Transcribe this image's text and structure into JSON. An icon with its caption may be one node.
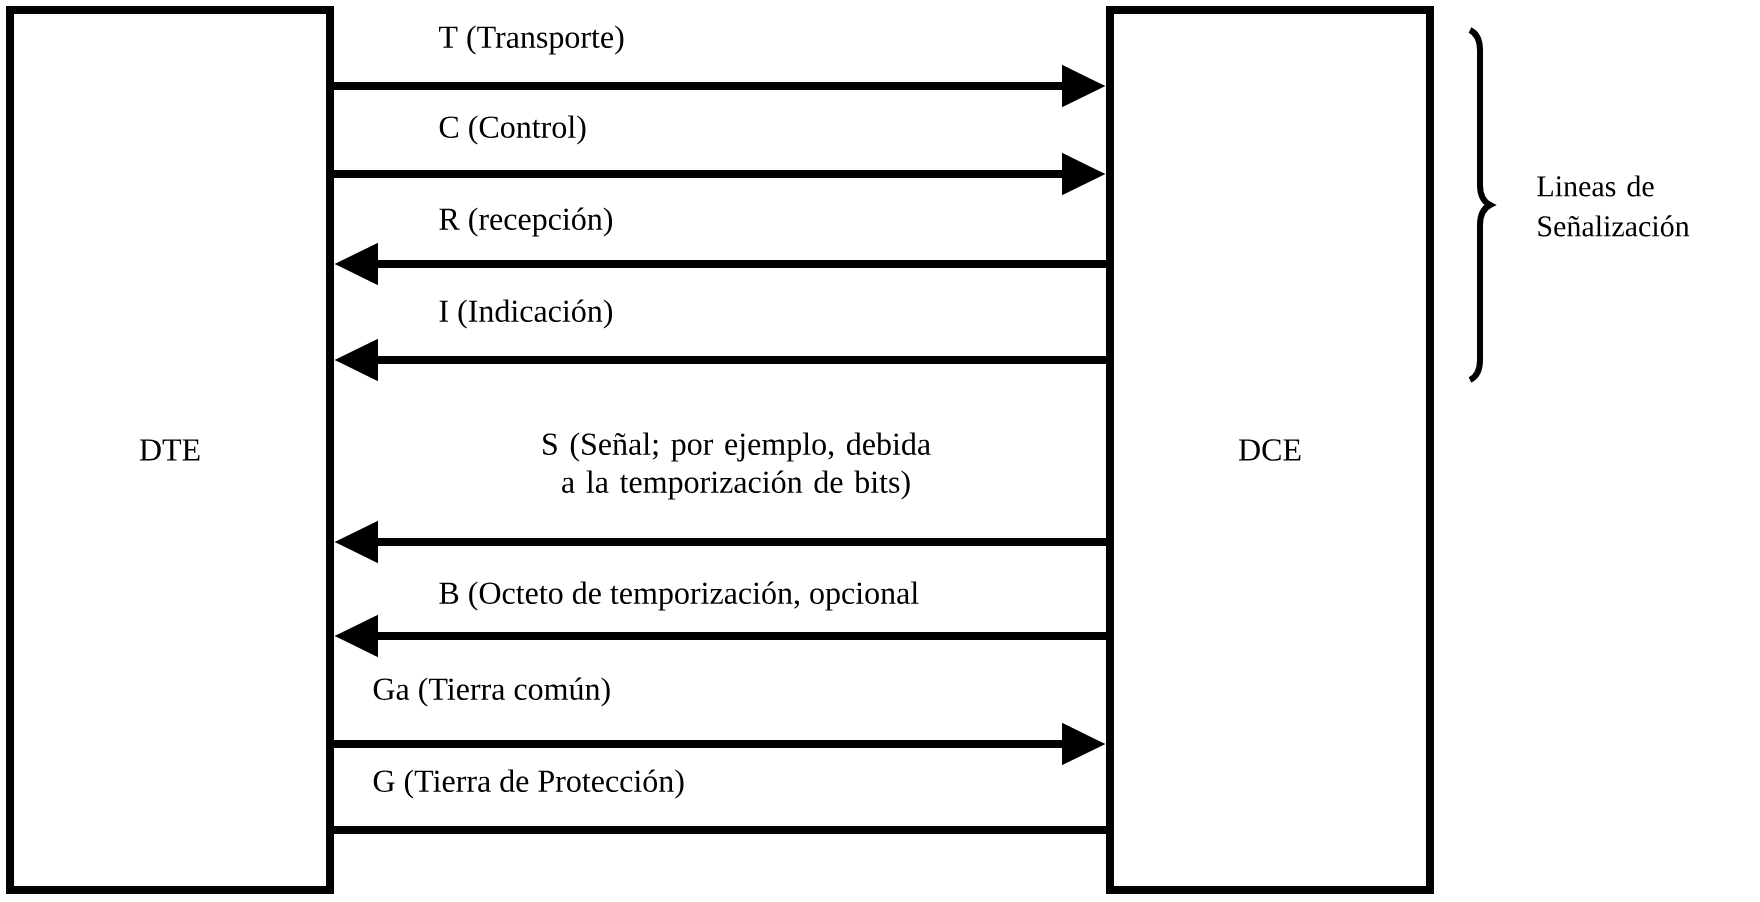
{
  "diagram": {
    "nodes": [
      {
        "text": [
          "DTE"
        ]
      },
      {
        "text": [
          "DCE"
        ]
      }
    ],
    "edges": [
      {
        "from": 0,
        "to": 1,
        "arrow": "to",
        "label": "T (Transporte)"
      },
      {
        "from": 0,
        "to": 1,
        "arrow": "to",
        "label": "C (Control)"
      },
      {
        "from": 1,
        "to": 0,
        "arrow": "to",
        "label": "R (recepción)"
      },
      {
        "from": 1,
        "to": 0,
        "arrow": "to",
        "label": "I (Indicación)"
      },
      {
        "from": 1,
        "to": 0,
        "arrow": "to",
        "label": "S (Señal; por ejemplo, debida a la temporización de bits)"
      },
      {
        "from": 1,
        "to": 0,
        "arrow": "to",
        "label": "B (Octeto de temporización, opcional"
      },
      {
        "from": 0,
        "to": 1,
        "arrow": "to",
        "label": "Ga  (Tierra común)"
      },
      {
        "from": 0,
        "to": 1,
        "arrow": "none",
        "label": "G (Tierra de Protección)"
      }
    ],
    "labels": [
      "Lineas de Señalización"
    ]
  }
}
